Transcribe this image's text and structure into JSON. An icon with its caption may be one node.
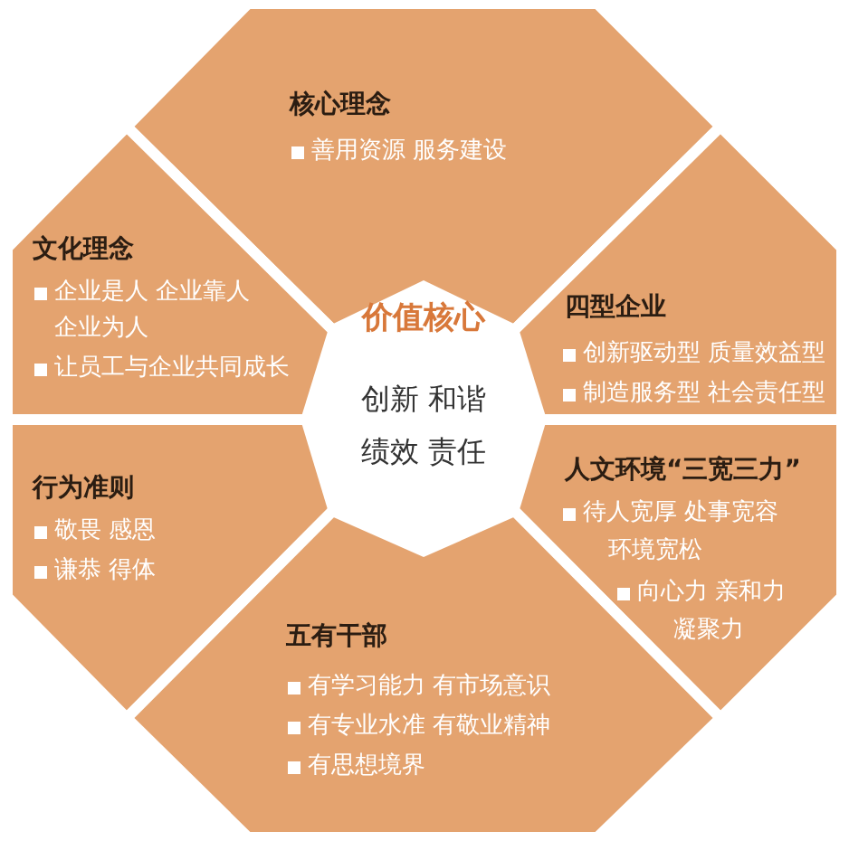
{
  "diagram": {
    "nodes": [
      {
        "text": [
          "核心理念",
          "善用资源 服务建设"
        ]
      },
      {
        "text": [
          "文化理念",
          "企业是人 企业靠人",
          "企业为人",
          "让员工与企业共同成长"
        ]
      },
      {
        "text": [
          "四型企业",
          "创新驱动型 质量效益型",
          "制造服务型 社会责任型"
        ]
      },
      {
        "text": [
          "价值核心",
          "创新 和谐",
          "绩效 责任"
        ]
      },
      {
        "text": [
          "行为准则",
          "敬畏 感恩",
          "谦恭 得体"
        ]
      },
      {
        "text": [
          "人文环境“三宽三力”",
          "待人宽厚 处事宽容",
          "环境宽松",
          "向心力 亲和力",
          "凝聚力"
        ]
      },
      {
        "text": [
          "五有干部",
          "有学习能力 有市场意识",
          "有专业水准 有敬业精神",
          "有思想境界"
        ]
      }
    ]
  }
}
